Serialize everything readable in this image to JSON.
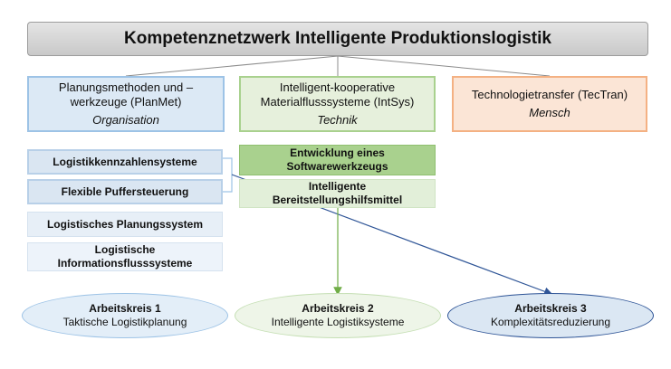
{
  "title": "Kompetenznetzwerk Intelligente Produktionslogistik",
  "pillars": [
    {
      "line1": "Planungsmethoden und –",
      "line2": "werkzeuge (PlanMet)",
      "sub": "Organisation"
    },
    {
      "line1": "Intelligent-kooperative",
      "line2": "Materialflusssysteme (IntSys)",
      "sub": "Technik"
    },
    {
      "line1": "Technologietransfer (TecTran)",
      "line2": "",
      "sub": "Mensch"
    }
  ],
  "planmet_items": [
    {
      "line1": "Logistikkennzahlensysteme",
      "line2": ""
    },
    {
      "line1": "Flexible Puffersteuerung",
      "line2": ""
    },
    {
      "line1": "Logistisches Planungssystem",
      "line2": ""
    },
    {
      "line1": "Logistische",
      "line2": "Informationsflusssysteme"
    }
  ],
  "intsys_items": [
    {
      "line1": "Entwicklung eines",
      "line2": "Softwarewerkzeugs"
    },
    {
      "line1": "Intelligente",
      "line2": "Bereitstellungshilfsmittel"
    }
  ],
  "arbeitskreise": [
    {
      "name": "Arbeitskreis 1",
      "topic": "Taktische Logistikplanung"
    },
    {
      "name": "Arbeitskreis 2",
      "topic": "Intelligente Logistiksysteme"
    },
    {
      "name": "Arbeitskreis 3",
      "topic": "Komplexitätsreduzierung"
    }
  ],
  "colors": {
    "title_fill": "#d0d0d0",
    "planmet_border": "#9dc3e6",
    "intsys_border": "#a9d18e",
    "tectran_border": "#f4b183",
    "green_arrow": "#70ad47",
    "blue_arrow": "#2f5597"
  }
}
